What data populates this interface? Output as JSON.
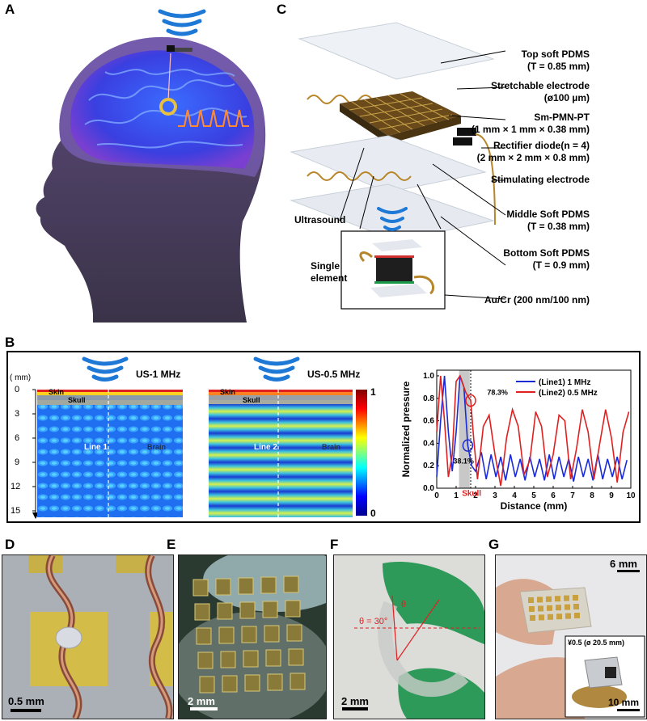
{
  "panels": {
    "A": "A",
    "B": "B",
    "C": "C",
    "D": "D",
    "E": "E",
    "F": "F",
    "G": "G"
  },
  "panel_c": {
    "layers": [
      {
        "name": "Top soft PDMS",
        "detail": "(T = 0.85 mm)"
      },
      {
        "name": "Stretchable electrode",
        "detail": "(ø100 µm)"
      },
      {
        "name": "Sm-PMN-PT",
        "detail": "(1 mm × 1 mm × 0.38 mm)"
      },
      {
        "name": "Rectifier diode(n = 4)",
        "detail": "(2 mm × 2 mm × 0.8 mm)"
      },
      {
        "name": "Stimulating electrode",
        "detail": ""
      },
      {
        "name": "Middle Soft  PDMS",
        "detail": "(T = 0.38 mm)"
      },
      {
        "name": "Bottom Soft  PDMS",
        "detail": "(T = 0.9 mm)"
      },
      {
        "name": "Au/Cr (200 nm/100 nm)",
        "detail": ""
      }
    ],
    "ultrasound_label": "Ultrasound",
    "single_element_label_1": "Single",
    "single_element_label_2": "element"
  },
  "panel_b": {
    "mm_label": "( mm)",
    "depth_ticks": [
      "0",
      "3",
      "6",
      "9",
      "12",
      "15"
    ],
    "map1": {
      "title": "US-1 MHz",
      "skin": "Skin",
      "skull": "Skull",
      "line": "Line 1",
      "brain": "Brain"
    },
    "map2": {
      "title": "US-0.5 MHz",
      "skin": "Skin",
      "skull": "Skull",
      "line": "Line 2",
      "brain": "Brain"
    },
    "colorbar": {
      "max": "1",
      "min": "0"
    }
  },
  "chart_data": {
    "type": "line",
    "title": "",
    "xlabel": "Distance (mm)",
    "ylabel": "Normalized pressure",
    "xlim": [
      0,
      10
    ],
    "ylim": [
      0,
      1.05
    ],
    "xticks": [
      "0",
      "1",
      "2",
      "3",
      "4",
      "5",
      "6",
      "7",
      "8",
      "9",
      "10"
    ],
    "yticks": [
      "0.0",
      "0.2",
      "0.4",
      "0.6",
      "0.8",
      "1.0"
    ],
    "legend_position": "top-right",
    "colors": {
      "line1": "#1a2bd6",
      "line2": "#e02020"
    },
    "series": [
      {
        "name": "(Line1) 1 MHz",
        "x": [
          0,
          0.2,
          0.4,
          0.6,
          0.8,
          1.0,
          1.2,
          1.4,
          1.6,
          1.8,
          2.0,
          2.3,
          2.55,
          2.8,
          3.05,
          3.3,
          3.55,
          3.8,
          4.05,
          4.3,
          4.55,
          4.8,
          5.05,
          5.3,
          5.55,
          5.8,
          6.05,
          6.3,
          6.55,
          6.8,
          7.05,
          7.3,
          7.55,
          7.8,
          8.05,
          8.3,
          8.55,
          8.8,
          9.05,
          9.3,
          9.55,
          9.8
        ],
        "y": [
          0.1,
          0.6,
          1.0,
          0.5,
          0.15,
          0.5,
          1.0,
          0.9,
          0.38,
          0.2,
          0.15,
          0.32,
          0.08,
          0.3,
          0.1,
          0.28,
          0.07,
          0.3,
          0.1,
          0.26,
          0.07,
          0.28,
          0.1,
          0.26,
          0.07,
          0.3,
          0.08,
          0.28,
          0.1,
          0.26,
          0.06,
          0.28,
          0.1,
          0.26,
          0.07,
          0.3,
          0.08,
          0.26,
          0.1,
          0.28,
          0.08,
          0.25
        ]
      },
      {
        "name": "(Line2) 0.5 MHz",
        "x": [
          0,
          0.2,
          0.4,
          0.6,
          0.8,
          1.0,
          1.2,
          1.5,
          1.75,
          1.9,
          2.1,
          2.4,
          2.7,
          3.0,
          3.3,
          3.6,
          3.9,
          4.2,
          4.5,
          4.8,
          5.1,
          5.4,
          5.7,
          6.0,
          6.3,
          6.6,
          6.9,
          7.2,
          7.5,
          7.8,
          8.1,
          8.4,
          8.7,
          9.0,
          9.3,
          9.6,
          9.9
        ],
        "y": [
          0.5,
          1.0,
          0.6,
          0.1,
          0.3,
          0.95,
          1.0,
          0.85,
          0.78,
          0.45,
          0.08,
          0.55,
          0.65,
          0.3,
          0.02,
          0.45,
          0.7,
          0.55,
          0.12,
          0.25,
          0.68,
          0.55,
          0.1,
          0.3,
          0.65,
          0.6,
          0.08,
          0.35,
          0.7,
          0.5,
          0.08,
          0.4,
          0.7,
          0.45,
          0.05,
          0.5,
          0.68
        ]
      }
    ],
    "annotations": [
      {
        "text": "78.3%",
        "x": 1.75,
        "y": 0.78,
        "color": "#e02020"
      },
      {
        "text": "38.1%",
        "x": 1.6,
        "y": 0.38,
        "color": "#1a2bd6"
      },
      {
        "text": "Skull",
        "x": 1.6,
        "y": -0.05,
        "color": "#e02020"
      }
    ],
    "shaded_region": [
      1.15,
      1.7
    ]
  },
  "panel_d": {
    "scale": "0.5 mm"
  },
  "panel_e": {
    "scale": "2 mm"
  },
  "panel_f": {
    "scale": "2 mm",
    "angle": "θ = 30°",
    "theta": "θ"
  },
  "panel_g": {
    "scale_top": "6 mm",
    "inset_caption": "¥0.5 (ø 20.5 mm)",
    "inset_scale": "10 mm"
  }
}
